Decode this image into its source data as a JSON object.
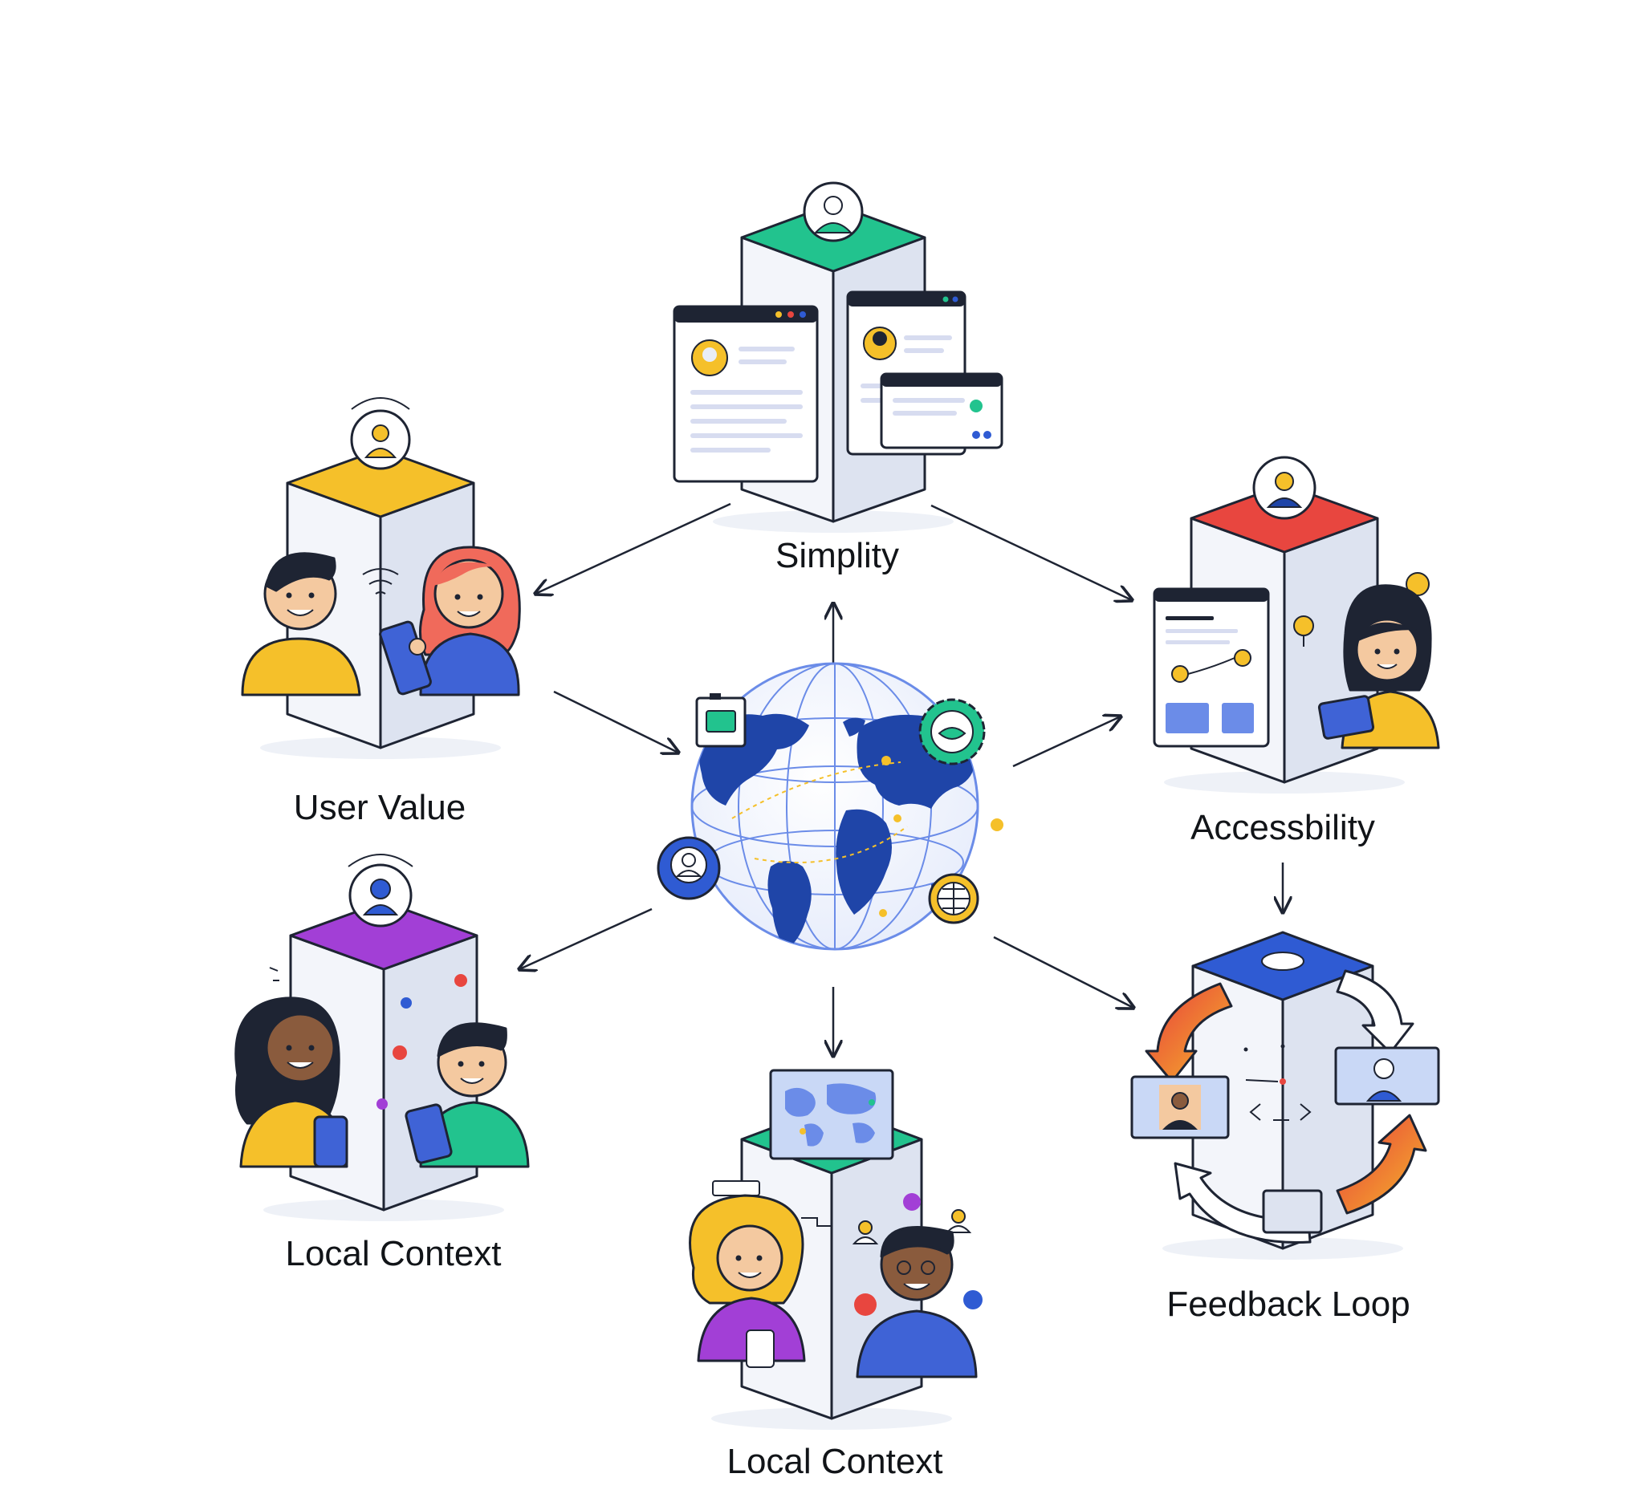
{
  "nodes": [
    {
      "id": "simplity",
      "label": "Simplity"
    },
    {
      "id": "user-value",
      "label": "User Value"
    },
    {
      "id": "accessbility",
      "label": "Accessbility"
    },
    {
      "id": "local-context-left",
      "label": "Local Context"
    },
    {
      "id": "local-context-bottom",
      "label": "Local Context"
    },
    {
      "id": "feedback-loop",
      "label": "Feedback Loop"
    }
  ],
  "colors": {
    "simplity": "#22c38e",
    "user-value": "#f5c02a",
    "accessbility": "#e8463f",
    "local-context-left": "#a23fd6",
    "local-context-bottom": "#22c38e",
    "feedback-loop": "#2f5bd3",
    "globe_land": "#1f45a8",
    "pillar": "#e9edf6",
    "pillar_shade": "#d3dbec"
  },
  "connections": [
    {
      "from": "globe",
      "to": "simplity"
    },
    {
      "from": "simplity",
      "to": "user-value"
    },
    {
      "from": "simplity",
      "to": "accessbility"
    },
    {
      "from": "user-value",
      "to": "globe"
    },
    {
      "from": "globe",
      "to": "accessbility"
    },
    {
      "from": "globe",
      "to": "local-context-left"
    },
    {
      "from": "globe",
      "to": "local-context-bottom"
    },
    {
      "from": "globe",
      "to": "feedback-loop"
    },
    {
      "from": "accessbility",
      "to": "feedback-loop"
    }
  ]
}
